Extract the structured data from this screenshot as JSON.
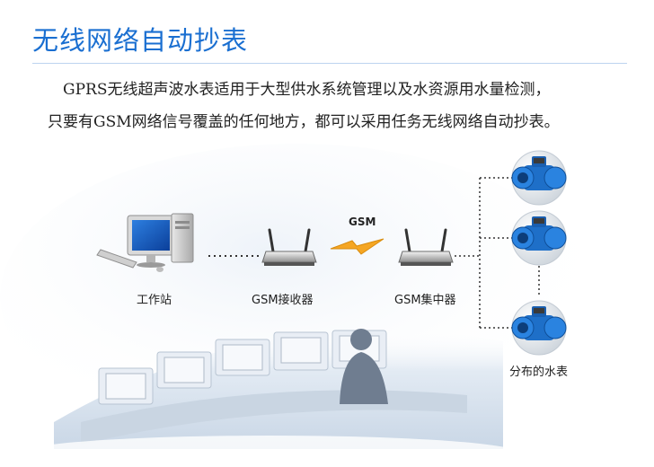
{
  "header": {
    "title": "无线网络自动抄表"
  },
  "description": {
    "line1": "GPRS无线超声波水表适用于大型供水系统管理以及水资源用水量检测，",
    "line2": "只要有GSM网络信号覆盖的任何地方，都可以采用任务无线网络自动抄表。"
  },
  "diagram": {
    "workstation_label": "工作站",
    "gsm_receiver_label": "GSM接收器",
    "gsm_link_label": "GSM",
    "gsm_concentrator_label": "GSM集中器",
    "meters_label": "分布的水表"
  },
  "colors": {
    "title": "#1a6fd1",
    "meter_body": "#1e6fc8",
    "lightning": "#f5a623"
  }
}
